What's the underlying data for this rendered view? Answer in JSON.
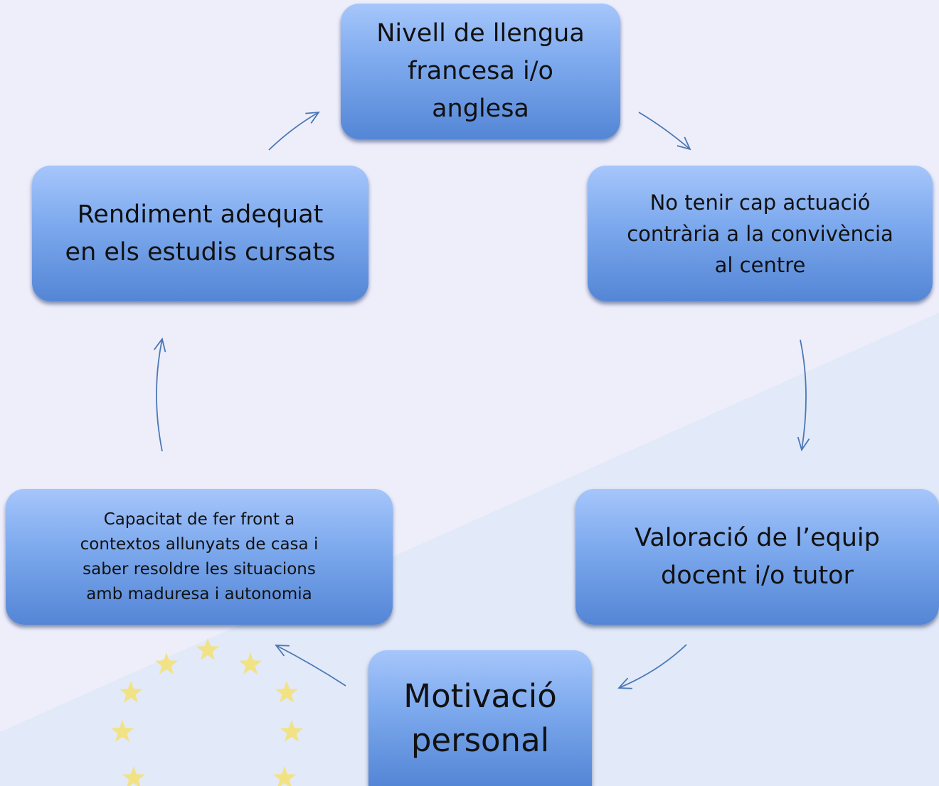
{
  "diagram": {
    "type": "cycle",
    "nodes": [
      {
        "id": "n1",
        "text": "Nivell de llengua\nfrancesa i/o\nanglesa"
      },
      {
        "id": "n2",
        "text": "No tenir cap actuació\ncontrària a la convivència\nal centre"
      },
      {
        "id": "n3",
        "text": "Valoració de l’equip\ndocent i/o tutor"
      },
      {
        "id": "n4",
        "text": "Motivació\npersonal"
      },
      {
        "id": "n5",
        "text": "Capacitat de fer front a\ncontextos allunyats de casa i\nsaber resoldre les situacions\namb maduresa i autonomia"
      },
      {
        "id": "n6",
        "text": "Rendiment adequat\nen els estudis cursats"
      }
    ],
    "edges": [
      {
        "from": "n1",
        "to": "n2"
      },
      {
        "from": "n2",
        "to": "n3"
      },
      {
        "from": "n3",
        "to": "n4"
      },
      {
        "from": "n4",
        "to": "n5"
      },
      {
        "from": "n5",
        "to": "n6"
      },
      {
        "from": "n6",
        "to": "n1"
      }
    ]
  },
  "style": {
    "background": "#eeeefb",
    "node_fill_top": "#a6c6fb",
    "node_fill_bottom": "#5486d6",
    "arrow_color": "#4a78b5",
    "watermark_color": "#5d8fe0",
    "stars_color": "#f3e27a"
  }
}
